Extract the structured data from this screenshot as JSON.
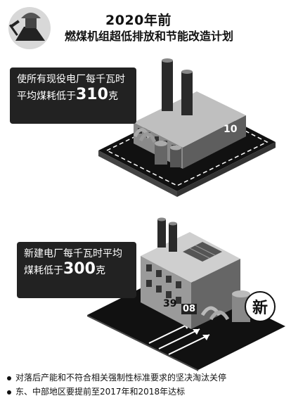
{
  "header": {
    "title_line1": "2020年前",
    "title_line2": "燃煤机组超低排放和节能改造计划",
    "icon": "worker-helmet-icon"
  },
  "callout_existing": {
    "line1": "使所有现役电厂每千瓦时",
    "line2_prefix": "平均煤耗低于",
    "value": "310",
    "unit": "克"
  },
  "callout_new": {
    "line1": "新建电厂每千瓦时平均",
    "line2_prefix": "煤耗低于",
    "value": "300",
    "unit": "克"
  },
  "factory_existing": {
    "label_number": "10",
    "icon": "existing-factory-icon"
  },
  "factory_new": {
    "badge": "新",
    "number1": "39",
    "number2": "08",
    "icon": "new-factory-icon"
  },
  "notes": [
    "对落后产能和不符合相关强制性标准要求的坚决淘汰关停",
    "东、中部地区要提前至2017年和2018年达标"
  ],
  "colors": {
    "dark": "#222222",
    "mid": "#777777",
    "light": "#cccccc"
  }
}
